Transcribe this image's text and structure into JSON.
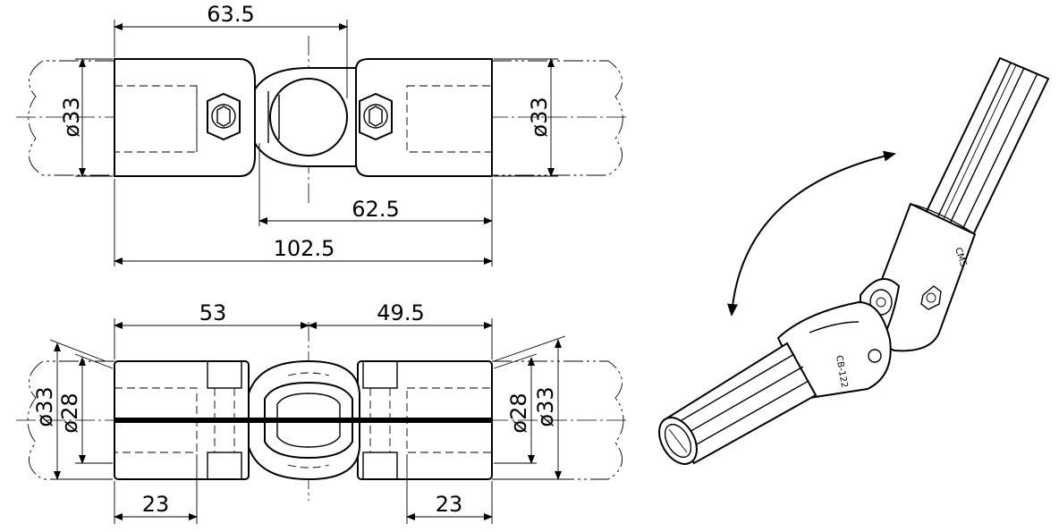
{
  "top_view": {
    "dim_overall_span": "63.5",
    "dim_right_span": "62.5",
    "dim_total": "102.5",
    "dia_left": "ø33",
    "dia_right": "ø33"
  },
  "bottom_view": {
    "dim_left_half": "53",
    "dim_right_half": "49.5",
    "dia_left_outer": "ø33",
    "dia_left_inner": "ø28",
    "dia_right_inner": "ø28",
    "dia_right_outer": "ø33",
    "dim_left_socket": "23",
    "dim_right_socket": "23"
  },
  "iso_view": {
    "label_upper": "CMS",
    "label_lower": "CB-122"
  }
}
